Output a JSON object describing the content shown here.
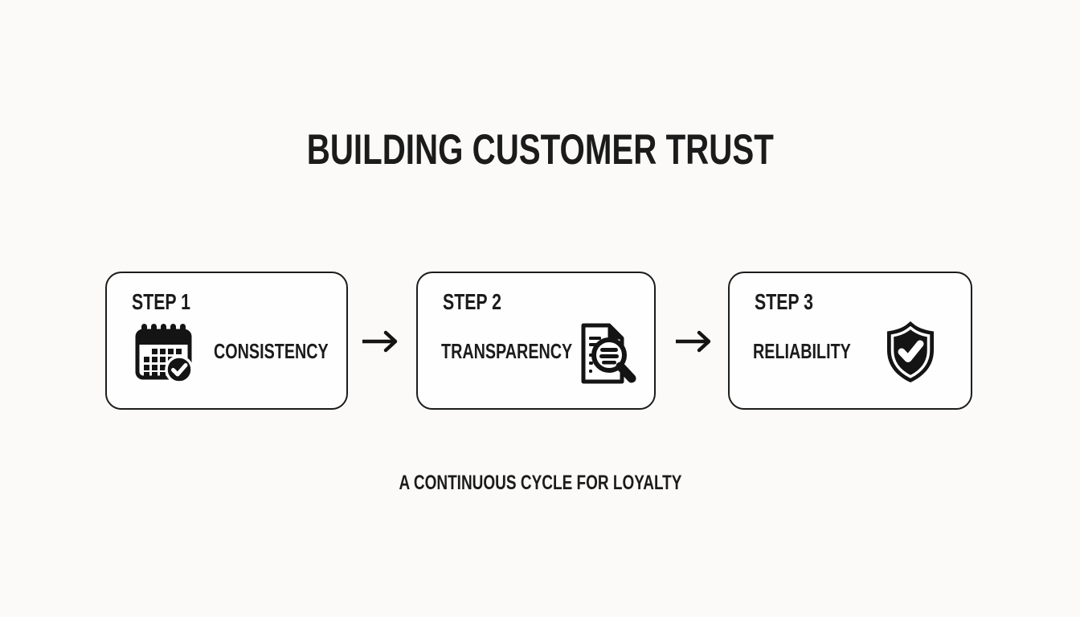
{
  "title": "BUILDING CUSTOMER TRUST",
  "subtitle": "A CONTINUOUS CYCLE FOR LOYALTY",
  "colors": {
    "background": "#fbfaf8",
    "ink": "#1b1b1b",
    "card_border": "#1c1c1c",
    "card_background": "#fefefe"
  },
  "steps": [
    {
      "label": "STEP 1",
      "keyword": "CONSISTENCY",
      "icon": "calendar-check-icon"
    },
    {
      "label": "STEP 2",
      "keyword": "TRANSPARENCY",
      "icon": "document-magnifier-icon"
    },
    {
      "label": "STEP 3",
      "keyword": "RELIABILITY",
      "icon": "shield-check-icon"
    }
  ],
  "arrow_glyph": "→"
}
